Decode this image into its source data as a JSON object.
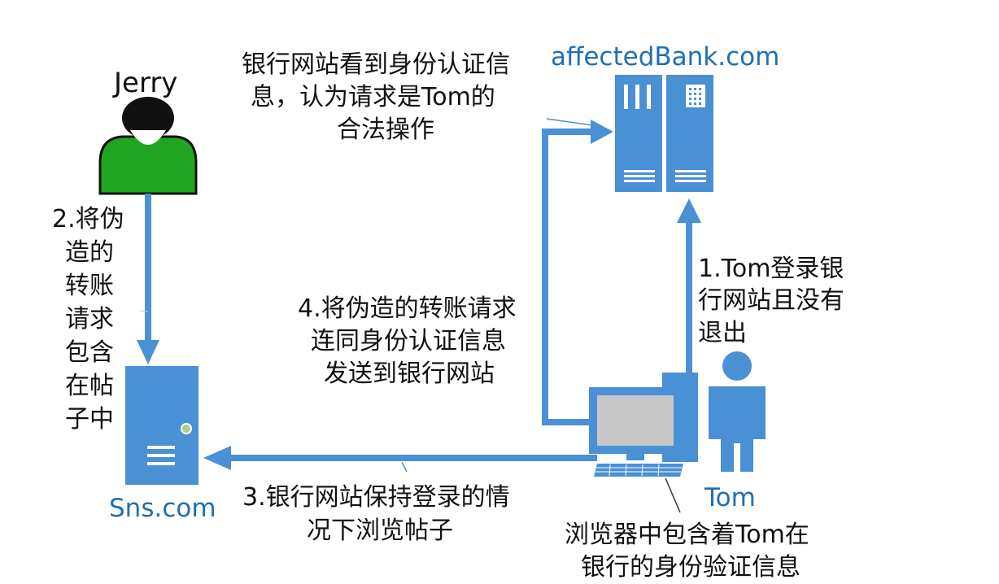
{
  "actors": {
    "attacker": "Jerry",
    "victim": "Tom",
    "bank_site": "affectedBank.com",
    "sns_site": "Sns.com"
  },
  "notes": {
    "bank_line1": "银行网站看到身份认证信",
    "bank_line2": "息，认为请求是Tom的",
    "bank_line3": "合法操作",
    "step1_line1": "1.Tom登录银",
    "step1_line2": "行网站且没有",
    "step1_line3": "退出",
    "step2_line1": "2.将伪",
    "step2_line2": "造的",
    "step2_line3": "转账",
    "step2_line4": "请求",
    "step2_line5": "包含",
    "step2_line6": "在帖",
    "step2_line7": "子中",
    "step3_line1": "3.银行网站保持登录的情",
    "step3_line2": "况下浏览帖子",
    "step4_line1": "4.将伪造的转账请求",
    "step4_line2": "连同身份认证信息",
    "step4_line3": "发送到银行网站",
    "browser_line1": "浏览器中包含着Tom在",
    "browser_line2": "银行的身份验证信息"
  },
  "colors": {
    "accent_blue": "#4a90d4",
    "label_blue": "#1f6fb2",
    "attacker_green": "#1fa51f"
  }
}
